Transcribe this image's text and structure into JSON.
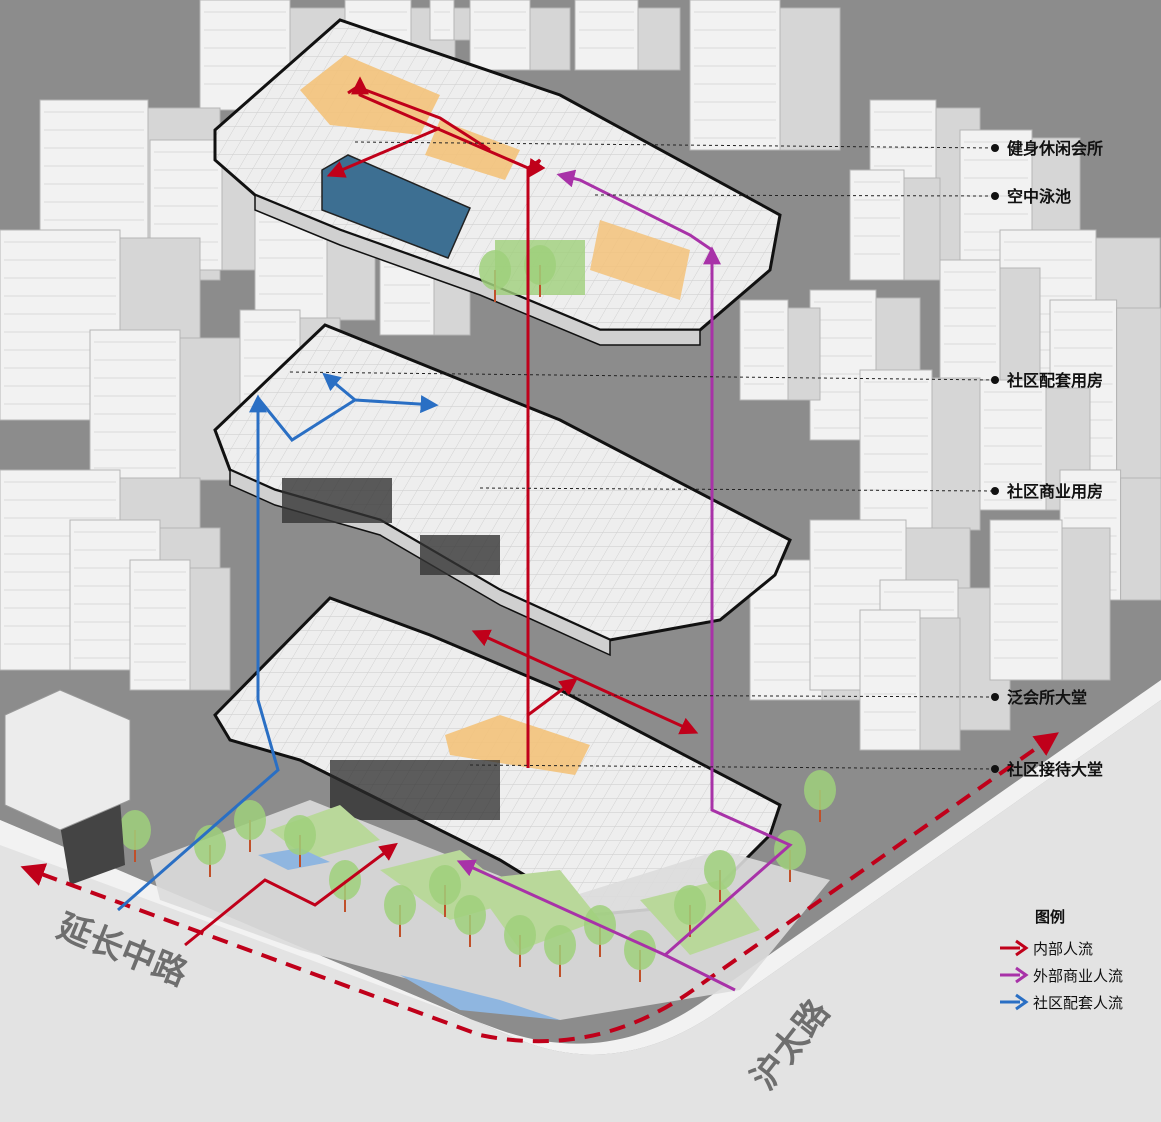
{
  "callouts": [
    {
      "label": "健身休闲会所"
    },
    {
      "label": "空中泳池"
    },
    {
      "label": "社区配套用房"
    },
    {
      "label": "社区商业用房"
    },
    {
      "label": "泛会所大堂"
    },
    {
      "label": "社区接待大堂"
    }
  ],
  "roads": {
    "west": "延长中路",
    "south": "沪太路"
  },
  "legend": {
    "title": "图例",
    "items": [
      {
        "label": "内部人流",
        "color": "#c0001a"
      },
      {
        "label": "外部商业人流",
        "color": "#a832a8"
      },
      {
        "label": "社区配套人流",
        "color": "#2a6fc4"
      }
    ]
  },
  "colors": {
    "ground": "#8c8c8c",
    "road": "#e3e3e3",
    "building_top": "#f4f4f4",
    "building_side": "#d8d8d8",
    "wall_accent": "#d9543a",
    "pool": "#3d6f92",
    "activity": "#f3c27a",
    "tree": "#9fd07b",
    "trunk": "#c0502a",
    "route_dashed": "#c0001a"
  }
}
